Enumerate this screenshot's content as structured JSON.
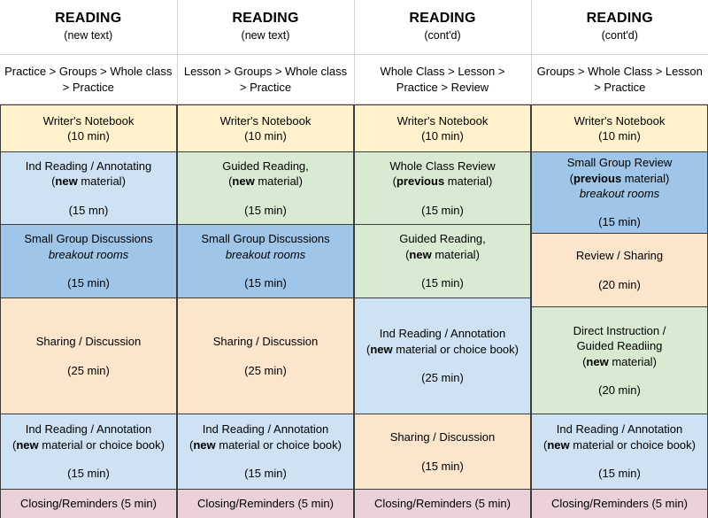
{
  "palette": {
    "cream": "#fff2cc",
    "light_blue": "#cfe2f3",
    "blue": "#9fc5e8",
    "green": "#d9ead3",
    "peach": "#fce5cd",
    "pink": "#ead1dc",
    "grid_line": "#3c3c3c",
    "header_line": "#d4d4d4",
    "text": "#000000"
  },
  "columns": [
    {
      "title": "READING",
      "subtitle": "(new text)",
      "sequence": "Practice > Groups > Whole class > Practice",
      "blocks": [
        {
          "name": "writers-notebook",
          "color": "cream",
          "height": 54,
          "lines": [
            "Writer's Notebook"
          ],
          "duration": "(10 min)",
          "compact": true
        },
        {
          "name": "ind-reading-annotating",
          "color": "light_blue",
          "height": 82,
          "lines": [
            "Ind Reading / Annotating",
            "(<b>new</b> material)"
          ],
          "duration": "(15 mn)",
          "compact": false
        },
        {
          "name": "small-group-discussions",
          "color": "blue",
          "height": 83,
          "lines": [
            "Small Group Discussions",
            "<i>breakout rooms</i>"
          ],
          "duration": "(15 min)",
          "compact": false
        },
        {
          "name": "sharing-discussion",
          "color": "peach",
          "height": 131,
          "lines": [
            "Sharing / Discussion"
          ],
          "duration": "(25 min)",
          "compact": false
        },
        {
          "name": "ind-reading-annotation",
          "color": "light_blue",
          "height": 85,
          "lines": [
            "Ind Reading / Annotation",
            "(<b>new</b> material or choice book)"
          ],
          "duration": "(15 min)",
          "compact": false
        },
        {
          "name": "closing-reminders",
          "color": "pink",
          "height": 32,
          "lines": [
            "Closing/Reminders (5 min)"
          ],
          "duration": "",
          "compact": true
        }
      ]
    },
    {
      "title": "READING",
      "subtitle": "(new text)",
      "sequence": "Lesson > Groups > Whole class > Practice",
      "blocks": [
        {
          "name": "writers-notebook",
          "color": "cream",
          "height": 54,
          "lines": [
            "Writer's Notebook"
          ],
          "duration": "(10 min)",
          "compact": true
        },
        {
          "name": "guided-reading",
          "color": "green",
          "height": 82,
          "lines": [
            "Guided Reading,",
            "(<b>new</b> material)"
          ],
          "duration": "(15 min)",
          "compact": false
        },
        {
          "name": "small-group-discussions",
          "color": "blue",
          "height": 83,
          "lines": [
            "Small Group Discussions",
            "<i>breakout rooms</i>"
          ],
          "duration": "(15 min)",
          "compact": false
        },
        {
          "name": "sharing-discussion",
          "color": "peach",
          "height": 131,
          "lines": [
            "Sharing / Discussion"
          ],
          "duration": "(25 min)",
          "compact": false
        },
        {
          "name": "ind-reading-annotation",
          "color": "light_blue",
          "height": 85,
          "lines": [
            "Ind Reading / Annotation",
            "(<b>new</b> material or choice book)"
          ],
          "duration": "(15 min)",
          "compact": false
        },
        {
          "name": "closing-reminders",
          "color": "pink",
          "height": 32,
          "lines": [
            "Closing/Reminders (5 min)"
          ],
          "duration": "",
          "compact": true
        }
      ]
    },
    {
      "title": "READING",
      "subtitle": "(cont'd)",
      "sequence": "Whole Class > Lesson > Practice > Review",
      "blocks": [
        {
          "name": "writers-notebook",
          "color": "cream",
          "height": 54,
          "lines": [
            "Writer's Notebook"
          ],
          "duration": "(10 min)",
          "compact": true
        },
        {
          "name": "whole-class-review",
          "color": "green",
          "height": 82,
          "lines": [
            "Whole Class Review",
            "(<b>previous</b> material)"
          ],
          "duration": "(15 min)",
          "compact": false
        },
        {
          "name": "guided-reading",
          "color": "green",
          "height": 83,
          "lines": [
            "Guided Reading,",
            "(<b>new</b> material)"
          ],
          "duration": "(15 min)",
          "compact": false
        },
        {
          "name": "ind-reading-annotation",
          "color": "light_blue",
          "height": 131,
          "lines": [
            "Ind Reading / Annotation",
            "(<b>new</b> material or choice book)"
          ],
          "duration": "(25 min)",
          "compact": false
        },
        {
          "name": "sharing-discussion",
          "color": "peach",
          "height": 85,
          "lines": [
            "Sharing / Discussion"
          ],
          "duration": "(15 min)",
          "compact": false
        },
        {
          "name": "closing-reminders",
          "color": "pink",
          "height": 32,
          "lines": [
            "Closing/Reminders (5 min)"
          ],
          "duration": "",
          "compact": true
        }
      ]
    },
    {
      "title": "READING",
      "subtitle": "(cont'd)",
      "sequence": "Groups > Whole Class > Lesson > Practice",
      "blocks": [
        {
          "name": "writers-notebook",
          "color": "cream",
          "height": 54,
          "lines": [
            "Writer's Notebook"
          ],
          "duration": "(10 min)",
          "compact": true
        },
        {
          "name": "small-group-review",
          "color": "blue",
          "height": 92,
          "lines": [
            "Small Group Review",
            "(<b>previous</b> material)",
            "<i>breakout rooms</i>"
          ],
          "duration": "(15 min)",
          "compact": false
        },
        {
          "name": "review-sharing",
          "color": "peach",
          "height": 83,
          "lines": [
            "Review / Sharing"
          ],
          "duration": "(20 min)",
          "compact": false
        },
        {
          "name": "direct-instruction-guided-reading",
          "color": "green",
          "height": 121,
          "lines": [
            "Direct Instruction /",
            "Guided Readiing",
            "(<b>new</b> material)"
          ],
          "duration": "(20 min)",
          "compact": false
        },
        {
          "name": "ind-reading-annotation",
          "color": "light_blue",
          "height": 85,
          "lines": [
            "Ind Reading / Annotation",
            "(<b>new</b> material or choice book)"
          ],
          "duration": "(15 min)",
          "compact": false
        },
        {
          "name": "closing-reminders",
          "color": "pink",
          "height": 32,
          "lines": [
            "Closing/Reminders (5 min)"
          ],
          "duration": "",
          "compact": true
        }
      ]
    }
  ]
}
